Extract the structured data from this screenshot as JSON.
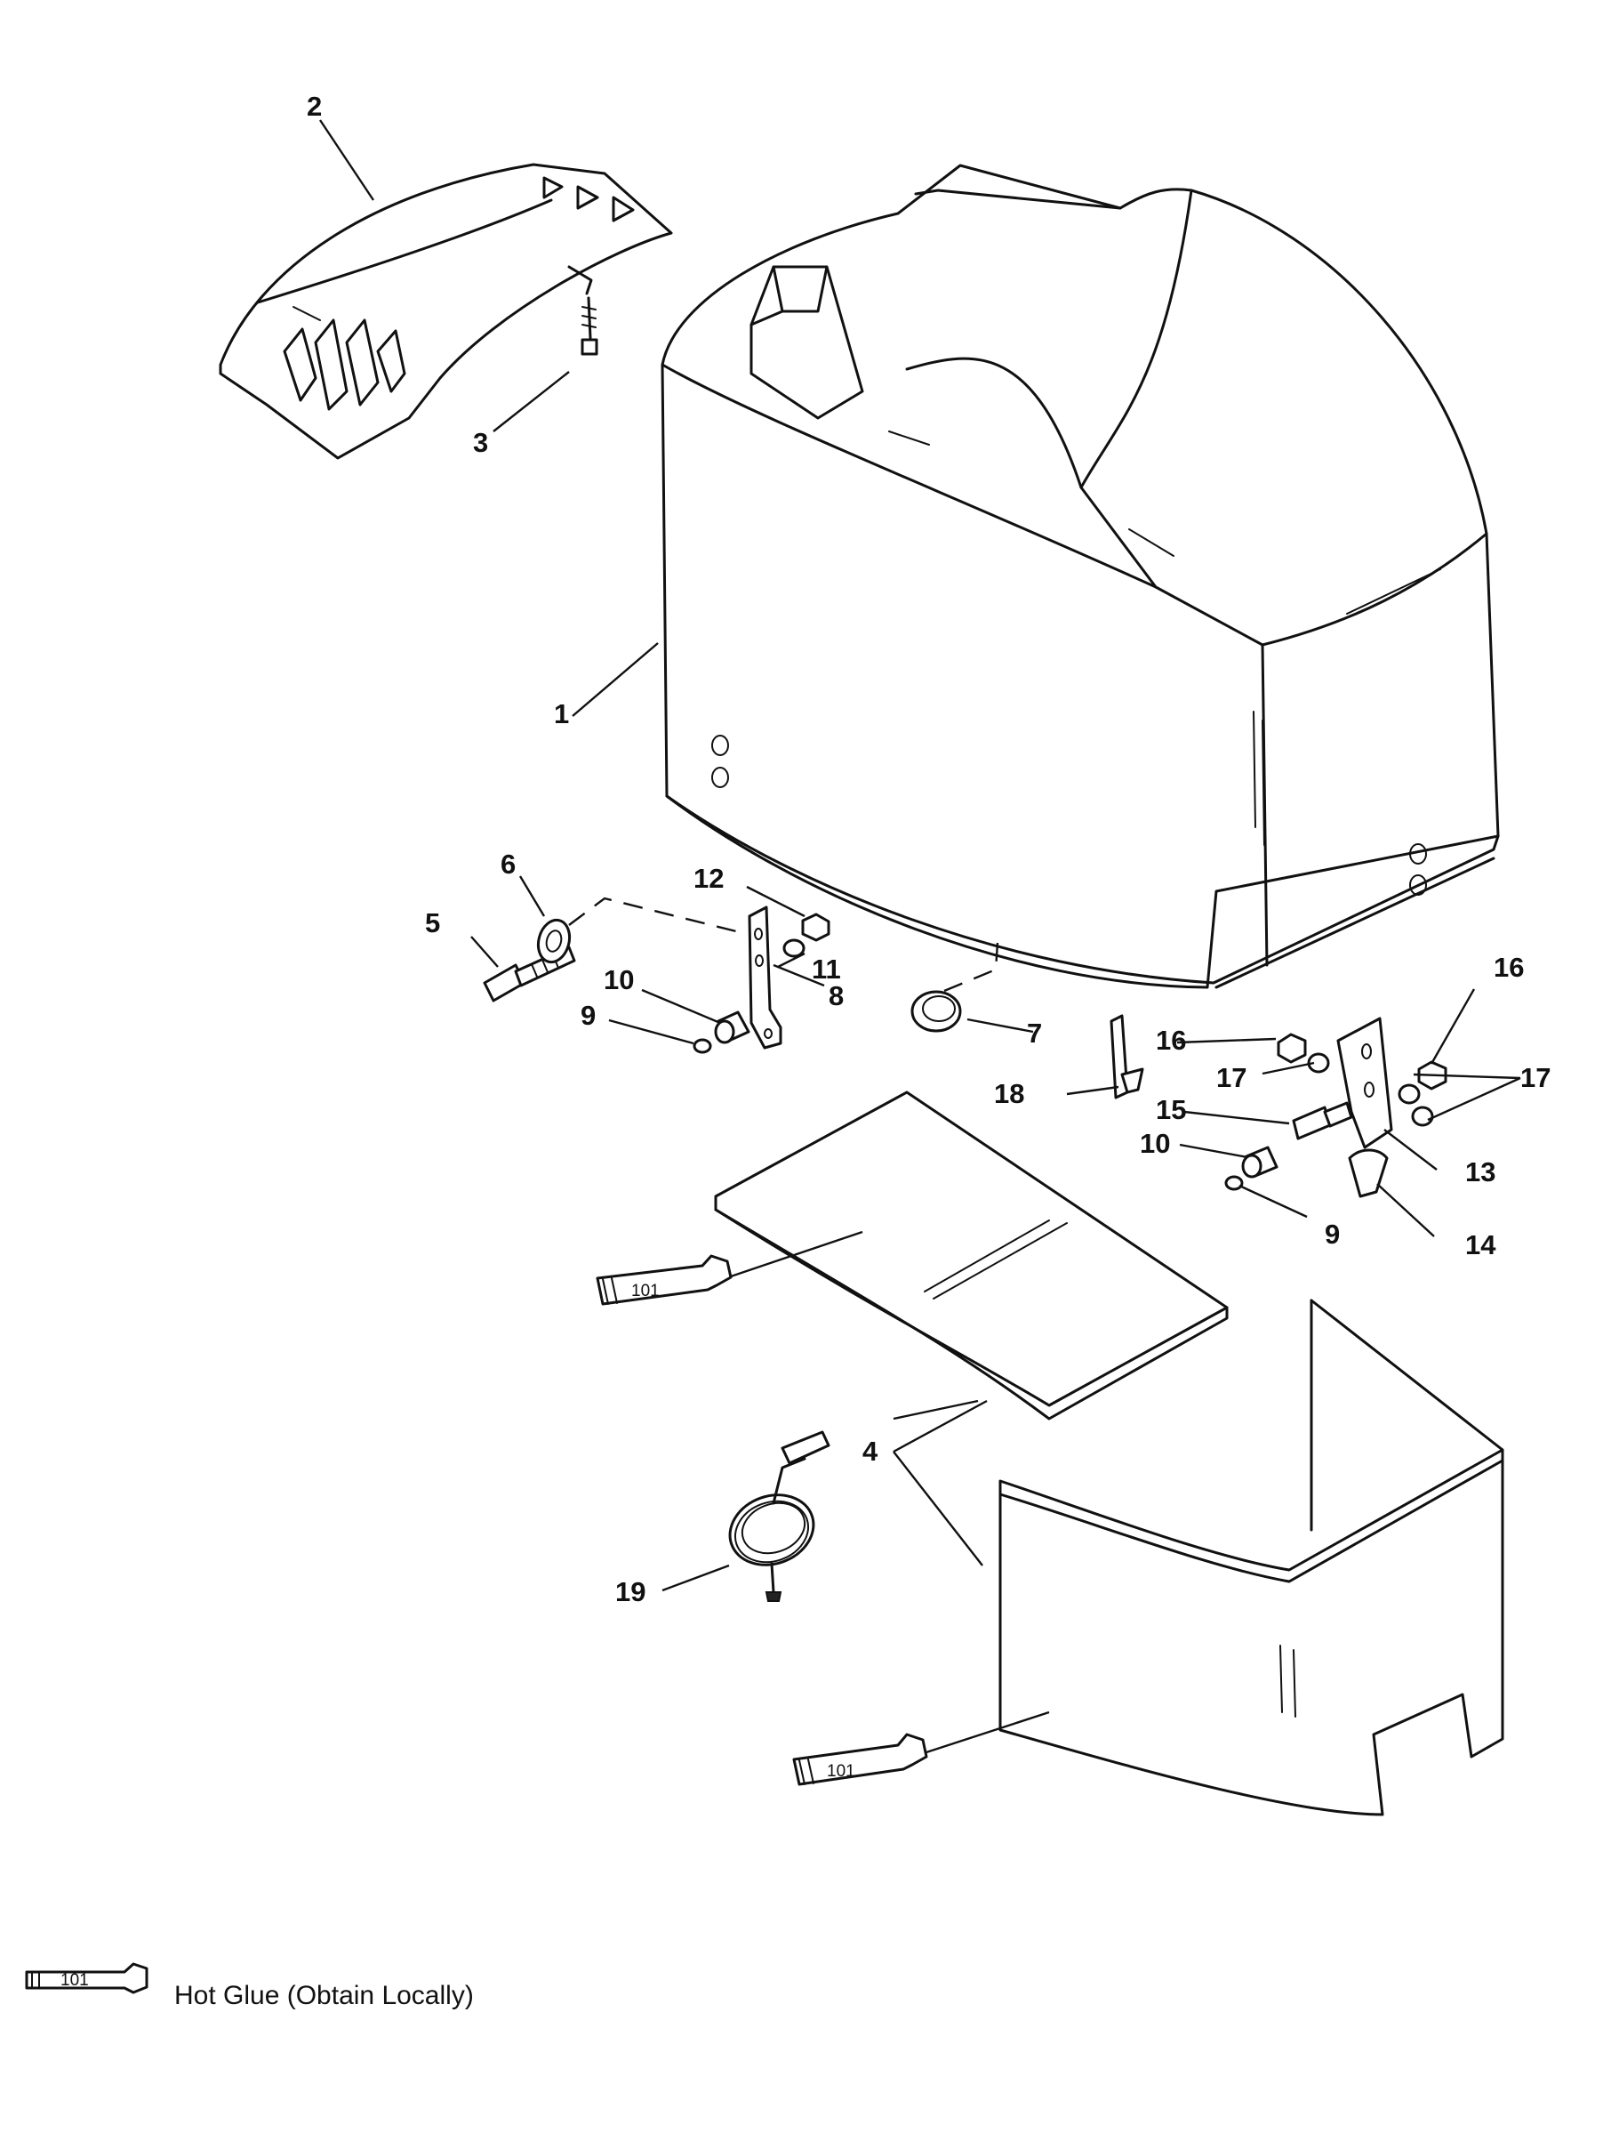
{
  "callouts": {
    "c1": "1",
    "c2": "2",
    "c3": "3",
    "c4": "4",
    "c5": "5",
    "c6": "6",
    "c7": "7",
    "c8": "8",
    "c9": "9",
    "c10": "10",
    "c11": "11",
    "c12": "12",
    "c13": "13",
    "c14": "14",
    "c15": "15",
    "c16": "16",
    "c17": "17",
    "c18": "18",
    "c19": "19"
  },
  "tube": {
    "label": "101"
  },
  "legend": {
    "tube_label": "101",
    "text": "Hot Glue (Obtain Locally)"
  },
  "icons": [
    "glue-tube-icon"
  ]
}
